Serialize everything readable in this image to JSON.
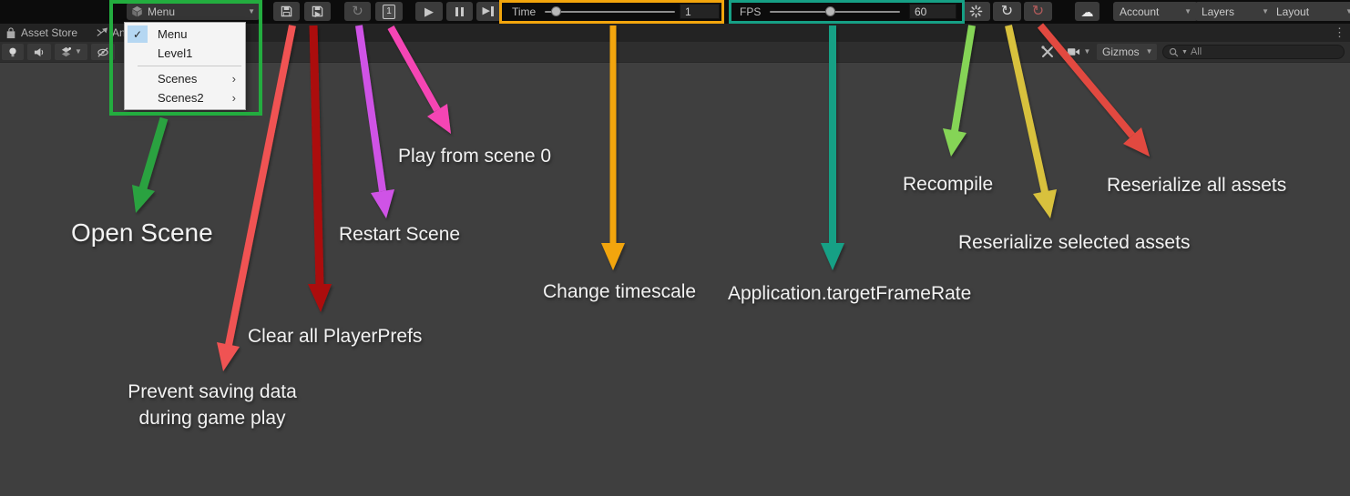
{
  "colors": {
    "menu_highlight": "#23ad3f",
    "time_highlight": "#f2a50c",
    "fps_highlight": "#16a085",
    "scene_background": "#3f3f3f"
  },
  "icons": {
    "caret_down": "▼",
    "play": "▶",
    "cloud": "☁",
    "refresh": "↻",
    "check": "✓",
    "submenu_arrow": "›",
    "overflow_menu": "⋮"
  },
  "toolbar": {
    "menu_button_label": "Menu",
    "scene_button_number": "1",
    "time": {
      "label": "Time",
      "value": "1"
    },
    "fps": {
      "label": "FPS",
      "value": "60"
    },
    "account_label": "Account",
    "layers_label": "Layers",
    "layout_label": "Layout"
  },
  "menu_popup": {
    "items": [
      {
        "label": "Menu",
        "checked": true
      },
      {
        "label": "Level1"
      },
      {
        "label": "Scenes",
        "submenu": true
      },
      {
        "label": "Scenes2",
        "submenu": true
      }
    ]
  },
  "tab_bar": {
    "asset_store_label": "Asset Store",
    "partial_tab_label": "An"
  },
  "scene_toolbar": {
    "gizmos_label": "Gizmos",
    "search_value": "All"
  },
  "annotations": [
    {
      "id": "open-scene",
      "label": "Open Scene",
      "color": "#2ba23f"
    },
    {
      "id": "prevent-saving",
      "label": "Prevent saving data\nduring game play",
      "color": "#f05252"
    },
    {
      "id": "clear-playerprefs",
      "label": "Clear all PlayerPrefs",
      "color": "#ab0d0d"
    },
    {
      "id": "restart-scene",
      "label": "Restart Scene",
      "color": "#cf52e6"
    },
    {
      "id": "play-from-scene-0",
      "label": "Play from scene 0",
      "color": "#f545b4"
    },
    {
      "id": "change-timescale",
      "label": "Change timescale",
      "color": "#f2a50c"
    },
    {
      "id": "target-framerate",
      "label": "Application.targetFrameRate",
      "color": "#16a085"
    },
    {
      "id": "recompile",
      "label": "Recompile",
      "color": "#85d456"
    },
    {
      "id": "reserialize-selected",
      "label": "Reserialize selected assets",
      "color": "#d8c13e"
    },
    {
      "id": "reserialize-all",
      "label": "Reserialize all assets",
      "color": "#e2493f"
    }
  ]
}
